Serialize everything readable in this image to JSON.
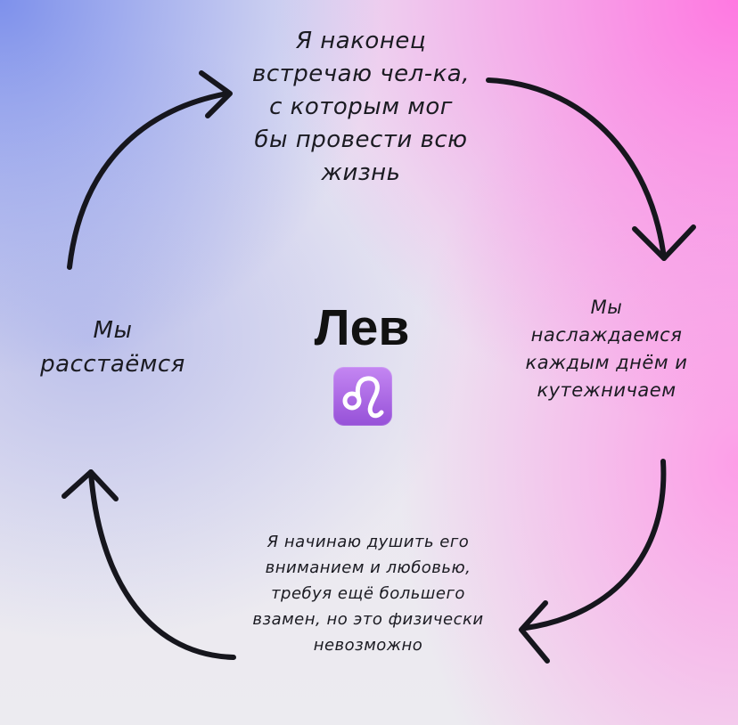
{
  "diagram": {
    "title": "Лев",
    "zodiac_icon": "leo-zodiac-icon",
    "nodes": {
      "top": [
        "Я наконец",
        "встречаю чел-ка,",
        "с которым мог",
        "бы провести всю",
        "жизнь"
      ],
      "right": [
        "Мы",
        "наслаждаемся",
        "каждым днём и",
        "кутежничаем"
      ],
      "bottom": [
        "Я начинаю душить его",
        "вниманием и любовью,",
        "требуя ещё большего",
        "взамен, но это физически",
        "невозможно"
      ],
      "left": [
        "Мы",
        "расстаёмся"
      ]
    },
    "colors": {
      "arrow": "#16161d",
      "icon_top": "#c486f2",
      "icon_bottom": "#9651d8",
      "gradient_blue": "#788ceb",
      "gradient_pink": "#ff78e1"
    }
  }
}
